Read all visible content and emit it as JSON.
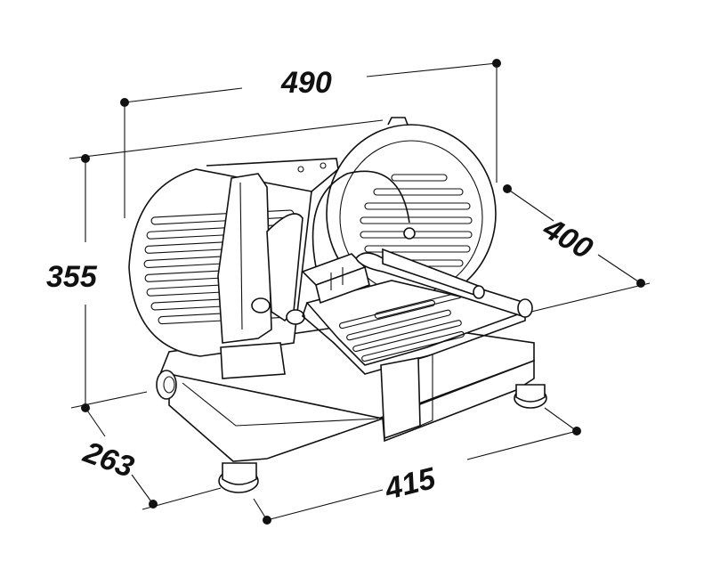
{
  "dimensions": {
    "width_top": "490",
    "depth_right": "400",
    "height_left": "355",
    "base_depth": "263",
    "base_width": "415"
  },
  "colors": {
    "ink": "#111111",
    "background": "#ffffff"
  }
}
